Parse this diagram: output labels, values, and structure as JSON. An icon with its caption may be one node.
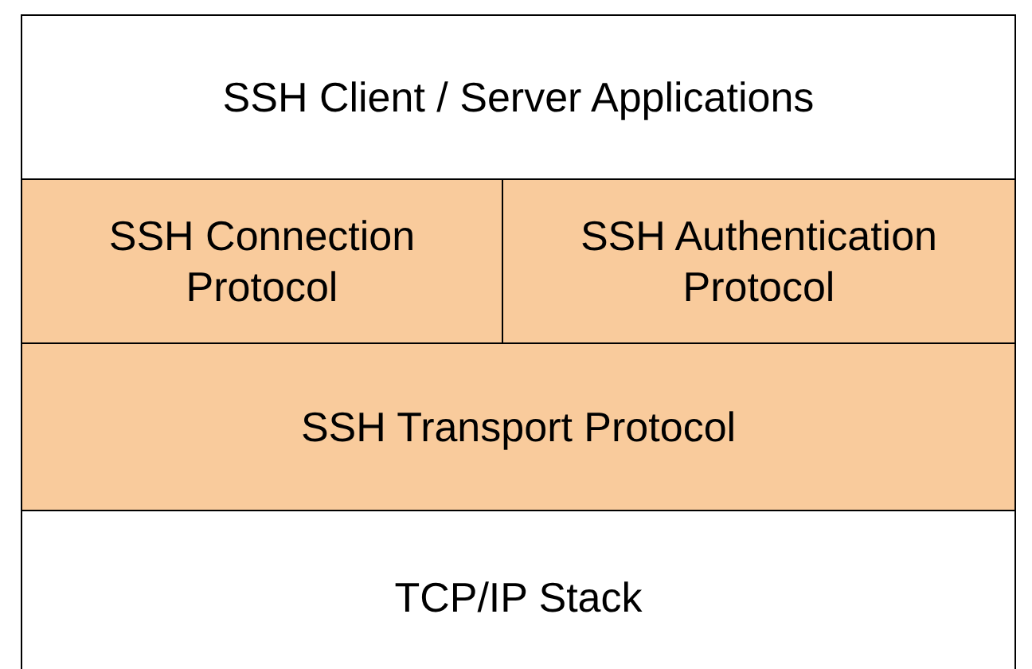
{
  "diagram": {
    "nodes": [
      {
        "text": [
          "SSH Client / Server Applications"
        ]
      },
      {
        "text": [
          "SSH Connection Protocol"
        ]
      },
      {
        "text": [
          "SSH Authentication Protocol"
        ]
      },
      {
        "text": [
          "SSH Transport Protocol"
        ]
      },
      {
        "text": [
          "TCP/IP Stack"
        ]
      }
    ]
  }
}
